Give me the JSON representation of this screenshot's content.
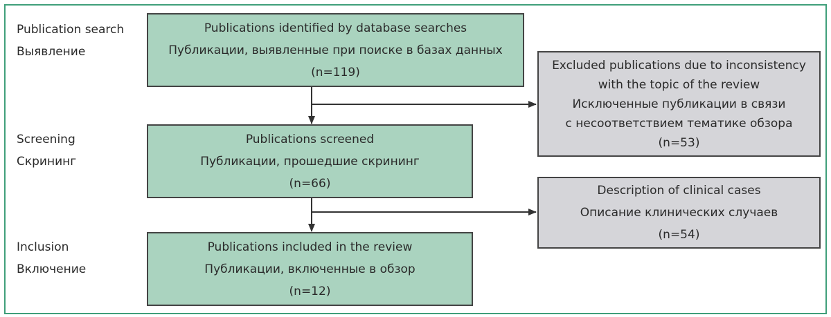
{
  "stages": [
    {
      "en": "Publication search",
      "ru": "Выявление"
    },
    {
      "en": "Screening",
      "ru": "Скрининг"
    },
    {
      "en": "Inclusion",
      "ru": "Включение"
    }
  ],
  "boxes": {
    "identified": {
      "en": "Publications identified by database searches",
      "ru": "Публикации, выявленные при поиске в базах данных",
      "n": "(n=119)"
    },
    "screened": {
      "en": "Publications screened",
      "ru": "Публикации, прошедшие скрининг",
      "n": "(n=66)"
    },
    "included": {
      "en": "Publications included in the review",
      "ru": "Публикации, включенные в обзор",
      "n": "(n=12)"
    },
    "excluded_topic": {
      "en_line1": "Excluded publications due to inconsistency",
      "en_line2": "with the topic of the review",
      "ru_line1": "Исключенные публикации в связи",
      "ru_line2": "с несоответствием тематике обзора",
      "n": "(n=53)"
    },
    "clinical_cases": {
      "en": "Description of clinical cases",
      "ru": "Описание клинических случаев",
      "n": "(n=54)"
    }
  },
  "colors": {
    "frame": "#3f9f7a",
    "green_box": "#aad3bf",
    "grey_box": "#d5d5d9",
    "border": "#444444"
  }
}
